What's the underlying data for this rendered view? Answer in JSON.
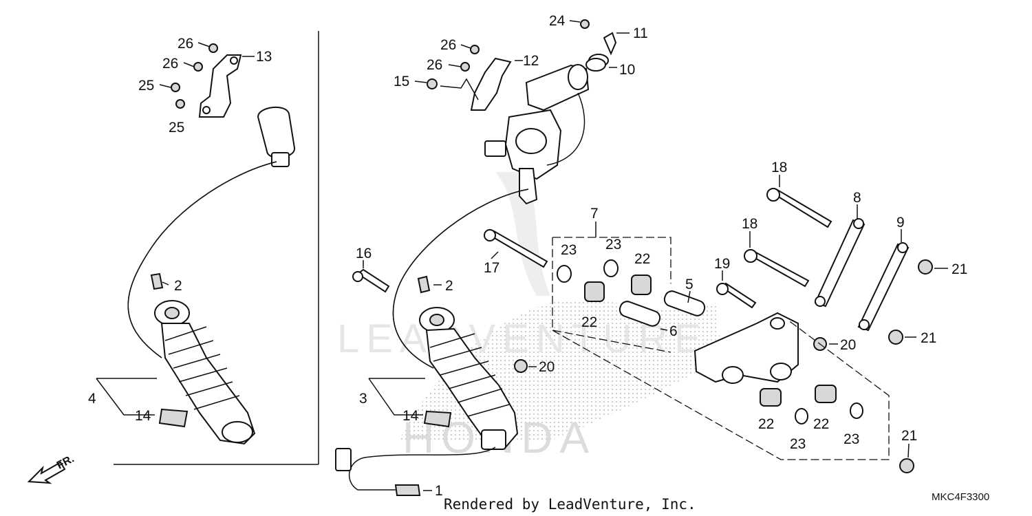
{
  "labels": {
    "p1": "1",
    "p2a": "2",
    "p2b": "2",
    "p3": "3",
    "p4": "4",
    "p5": "5",
    "p6": "6",
    "p7": "7",
    "p8": "8",
    "p9": "9",
    "p10": "10",
    "p11": "11",
    "p12": "12",
    "p13": "13",
    "p14a": "14",
    "p14b": "14",
    "p15": "15",
    "p16": "16",
    "p17": "17",
    "p18a": "18",
    "p18b": "18",
    "p19": "19",
    "p20a": "20",
    "p20b": "20",
    "p21a": "21",
    "p21b": "21",
    "p21c": "21",
    "p22a": "22",
    "p22b": "22",
    "p22c": "22",
    "p22d": "22",
    "p23a": "23",
    "p23b": "23",
    "p23c": "23",
    "p23d": "23",
    "p24": "24",
    "p25a": "25",
    "p25b": "25",
    "p26a": "26",
    "p26b": "26",
    "p26c": "26",
    "p26d": "26"
  },
  "front_indicator": "FR.",
  "footer_text": "Rendered by LeadVenture, Inc.",
  "diagram_code": "MKC4F3300",
  "watermark_text": "LEADVENTURE",
  "watermark_brand": "HONDA"
}
